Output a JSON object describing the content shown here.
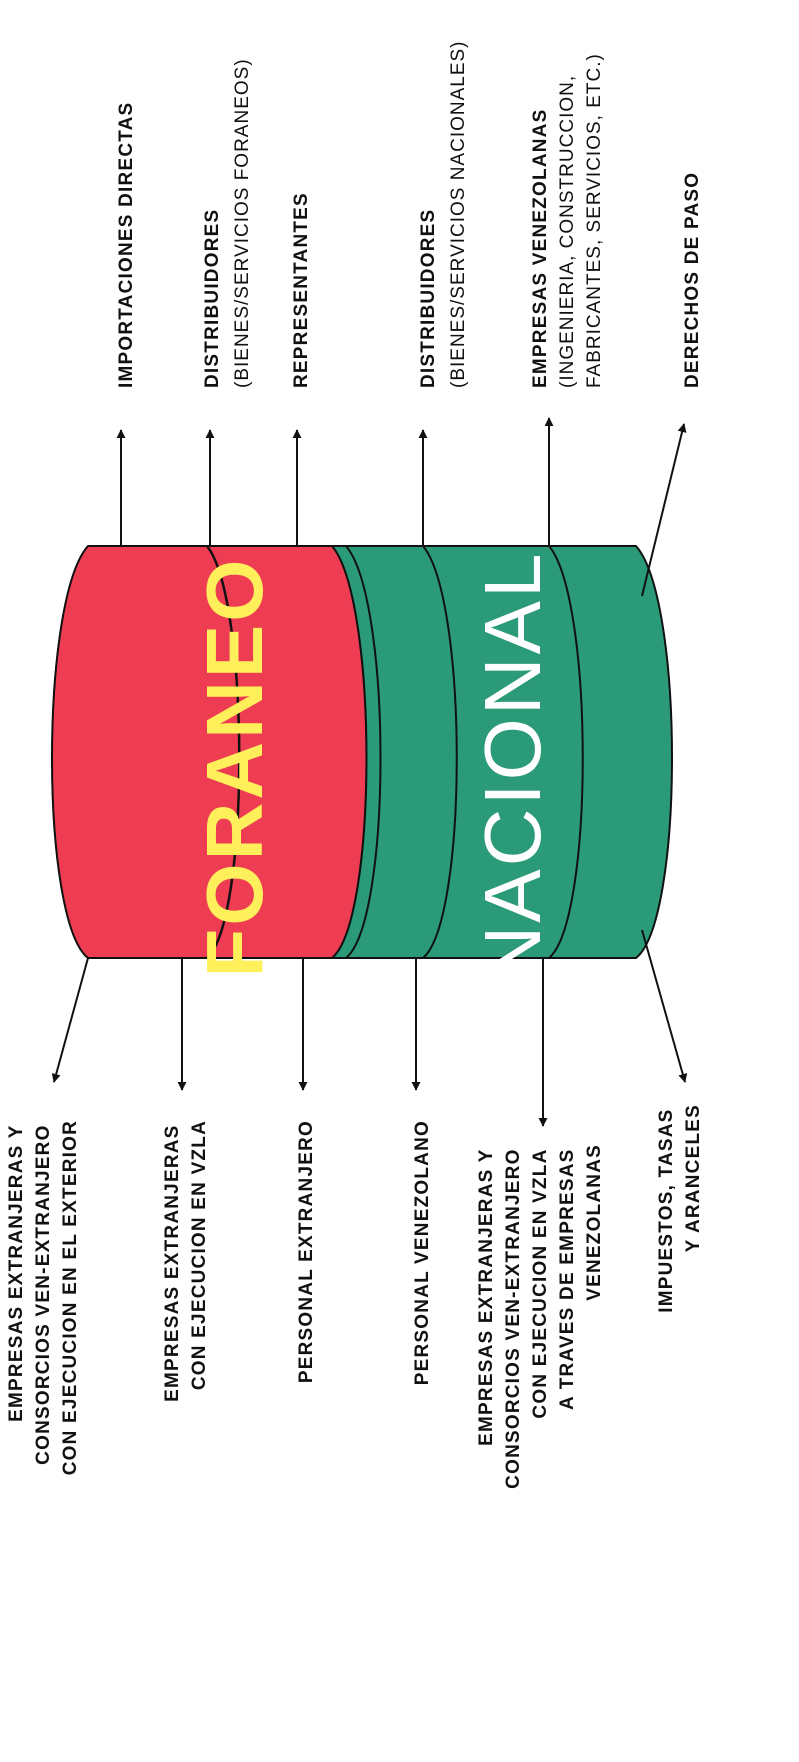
{
  "segments": {
    "foraneo": {
      "label": "FORANEO",
      "fill": "#ee3d52",
      "side_fill": "#e13048",
      "text_color": "#ffef5a"
    },
    "nacional": {
      "label": "NACIONAL",
      "fill": "#2a9a78",
      "side_fill": "#238a6a",
      "text_color": "#ffffff"
    }
  },
  "outputs": [
    {
      "lines": [
        "IMPORTACIONES DIRECTAS"
      ]
    },
    {
      "lines": [
        "DISTRIBUIDORES",
        "(BIENES/SERVICIOS FORANEOS)"
      ]
    },
    {
      "lines": [
        "REPRESENTANTES"
      ]
    },
    {
      "lines": [
        "DISTRIBUIDORES",
        "(BIENES/SERVICIOS NACIONALES)"
      ]
    },
    {
      "lines": [
        "EMPRESAS VENEZOLANAS",
        "(INGENIERIA, CONSTRUCCION,",
        "FABRICANTES, SERVICIOS, ETC.)"
      ]
    },
    {
      "lines": [
        "DERECHOS DE PASO"
      ]
    }
  ],
  "inputs": [
    {
      "lines": [
        "EMPRESAS EXTRANJERAS Y",
        "CONSORCIOS VEN-EXTRANJERO",
        "CON EJECUCION EN EL EXTERIOR"
      ]
    },
    {
      "lines": [
        "EMPRESAS EXTRANJERAS",
        "CON EJECUCION EN VZLA"
      ]
    },
    {
      "lines": [
        "PERSONAL EXTRANJERO"
      ]
    },
    {
      "lines": [
        "PERSONAL VENEZOLANO"
      ]
    },
    {
      "lines": [
        "EMPRESAS EXTRANJERAS Y",
        "CONSORCIOS VEN-EXTRANJERO",
        "CON EJECUCION EN VZLA",
        "A TRAVES DE EMPRESAS",
        "VENEZOLANAS"
      ]
    },
    {
      "lines": [
        "IMPUESTOS, TASAS",
        "Y ARANCELES"
      ]
    }
  ]
}
